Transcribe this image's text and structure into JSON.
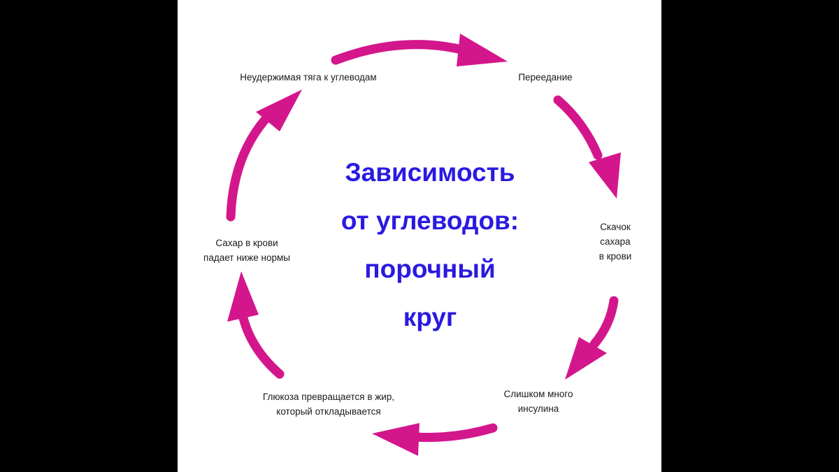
{
  "diagram": {
    "title_lines": [
      "Зависимость",
      "от углеводов:",
      "порочный",
      "круг"
    ],
    "nodes": [
      {
        "id": "craving",
        "lines": [
          "Неудержимая тяга к углеводам"
        ]
      },
      {
        "id": "overeating",
        "lines": [
          "Переедание"
        ]
      },
      {
        "id": "sugar-spike",
        "lines": [
          "Скачок",
          "сахара",
          "в крови"
        ]
      },
      {
        "id": "insulin",
        "lines": [
          "Слишком много",
          "инсулина"
        ]
      },
      {
        "id": "fat",
        "lines": [
          "Глюкоза превращается в жир,",
          "который откладывается"
        ]
      },
      {
        "id": "sugar-drop",
        "lines": [
          "Сахар в крови",
          "падает ниже нормы"
        ]
      }
    ],
    "arrow_color": "#d4168c",
    "title_color": "#2a1ae0"
  }
}
